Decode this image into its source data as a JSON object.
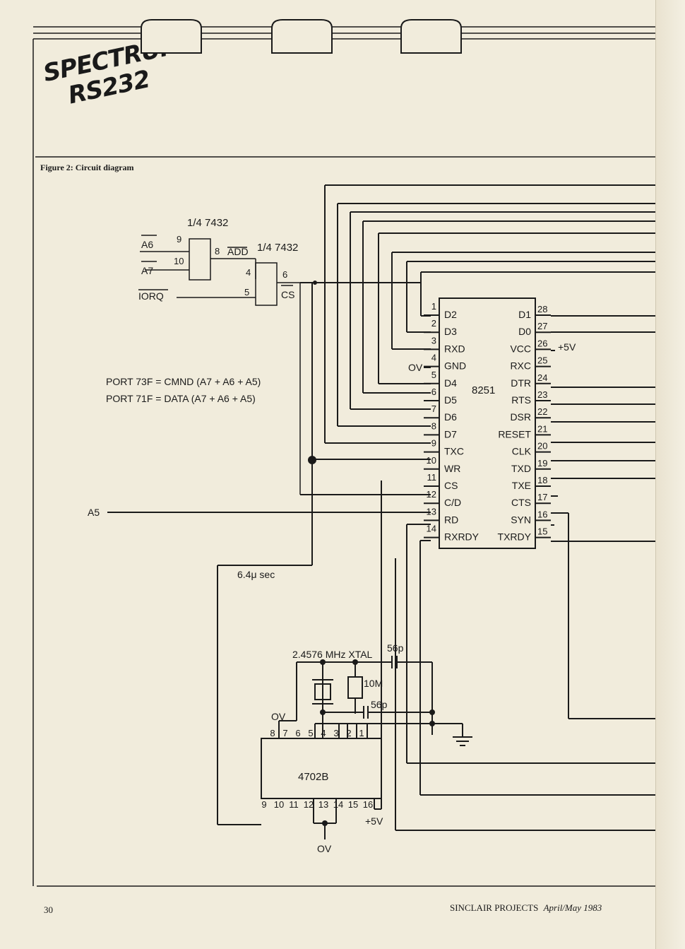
{
  "header": {
    "logo_line1": "SPECTRUM",
    "logo_line2": "RS232"
  },
  "figure": {
    "caption": "Figure 2: Circuit diagram",
    "gate1": {
      "fraction": "1/4",
      "part": "7432",
      "in_a_label": "A6",
      "in_b_label": "A7",
      "pin_in_a": "9",
      "pin_in_b": "10",
      "pin_out": "8",
      "out_label": "ADD"
    },
    "gate2": {
      "fraction": "1/4",
      "part": "7432",
      "pin_in_a": "4",
      "pin_in_b": "5",
      "pin_out": "6",
      "out_label": "CS"
    },
    "ioro_label": "IORQ",
    "port_cmnd": "PORT 73F = CMND (A7 + A6 + A5)",
    "port_data": "PORT 71F = DATA (A7 + A6 + A5)",
    "a5_label": "A5",
    "clock_label": "6.4μ sec",
    "uart": {
      "name": "8251",
      "left_pins": [
        {
          "num": "1",
          "name": "D2"
        },
        {
          "num": "2",
          "name": "D3"
        },
        {
          "num": "3",
          "name": "RXD"
        },
        {
          "num": "4",
          "name": "GND"
        },
        {
          "num": "5",
          "name": "D4"
        },
        {
          "num": "6",
          "name": "D5"
        },
        {
          "num": "7",
          "name": "D6"
        },
        {
          "num": "8",
          "name": "D7"
        },
        {
          "num": "9",
          "name": "TXC"
        },
        {
          "num": "10",
          "name": "WR"
        },
        {
          "num": "11",
          "name": "CS"
        },
        {
          "num": "12",
          "name": "C/D"
        },
        {
          "num": "13",
          "name": "RD"
        },
        {
          "num": "14",
          "name": "RXRDY"
        }
      ],
      "right_pins": [
        {
          "num": "28",
          "name": "D1"
        },
        {
          "num": "27",
          "name": "D0"
        },
        {
          "num": "26",
          "name": "VCC"
        },
        {
          "num": "25",
          "name": "RXC"
        },
        {
          "num": "24",
          "name": "DTR"
        },
        {
          "num": "23",
          "name": "RTS"
        },
        {
          "num": "22",
          "name": "DSR"
        },
        {
          "num": "21",
          "name": "RESET"
        },
        {
          "num": "20",
          "name": "CLK"
        },
        {
          "num": "19",
          "name": "TXD"
        },
        {
          "num": "18",
          "name": "TXE"
        },
        {
          "num": "17",
          "name": "CTS"
        },
        {
          "num": "16",
          "name": "SYN"
        },
        {
          "num": "15",
          "name": "TXRDY"
        }
      ],
      "vcc_label": "+5V",
      "gnd_label": "OV"
    },
    "oscillator": {
      "xtal_label": "2.4576 MHz XTAL",
      "cap1": "56p",
      "resistor": "10M",
      "cap2": "56p"
    },
    "divider": {
      "name": "4702B",
      "top_pins": [
        "8",
        "7",
        "6",
        "5",
        "4",
        "3",
        "2",
        "1"
      ],
      "bottom_pins": [
        "9",
        "10",
        "11",
        "12",
        "13",
        "14",
        "15",
        "16"
      ],
      "ov_top": "OV",
      "vcc": "+5V",
      "ov_bottom": "OV"
    }
  },
  "footer": {
    "page_number": "30",
    "publication": "SINCLAIR PROJECTS",
    "date": "April/May 1983"
  }
}
